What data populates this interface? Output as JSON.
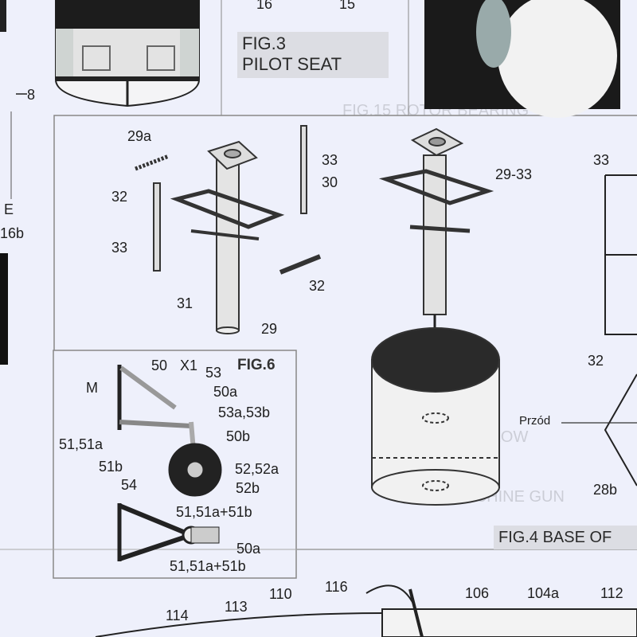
{
  "figures": {
    "fig3": {
      "line1": "FIG.3",
      "line2": "PILOT SEAT"
    },
    "fig4": "FIG.4  BASE OF",
    "fig6": "FIG.6"
  },
  "top_labels": [
    "16",
    "15",
    "8",
    "E",
    "16b"
  ],
  "fig5_labels": [
    "29a",
    "33",
    "30",
    "32",
    "33",
    "31",
    "29",
    "32",
    "29-33",
    "33"
  ],
  "fig4_labels": {
    "part32": "32",
    "direction": "Przód",
    "part28b": "28b"
  },
  "fig6_labels": [
    "50",
    "X1",
    "53",
    "50a",
    "53a,53b",
    "50b",
    "M",
    "51,51a",
    "51b",
    "54",
    "52,52a",
    "52b",
    "51,51a+51b",
    "50a",
    "51,51a+51b"
  ],
  "bottom_labels": [
    "116",
    "110",
    "113",
    "114",
    "106",
    "104a",
    "112"
  ],
  "colors": {
    "paper": "#eef0fb",
    "ink": "#1e1e1e",
    "photo": "#1a1a1a",
    "caption_bg": "#dcdde3"
  }
}
